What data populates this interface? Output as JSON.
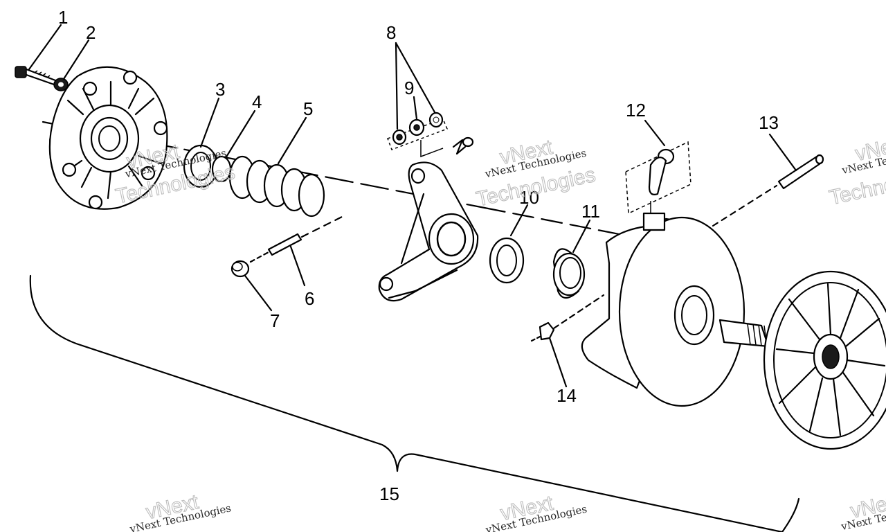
{
  "callouts": [
    {
      "id": "1",
      "label": "1"
    },
    {
      "id": "2",
      "label": "2"
    },
    {
      "id": "3",
      "label": "3"
    },
    {
      "id": "4",
      "label": "4"
    },
    {
      "id": "5",
      "label": "5"
    },
    {
      "id": "6",
      "label": "6"
    },
    {
      "id": "7",
      "label": "7"
    },
    {
      "id": "8",
      "label": "8"
    },
    {
      "id": "9",
      "label": "9"
    },
    {
      "id": "10",
      "label": "10"
    },
    {
      "id": "11",
      "label": "11"
    },
    {
      "id": "12",
      "label": "12"
    },
    {
      "id": "13",
      "label": "13"
    },
    {
      "id": "14",
      "label": "14"
    },
    {
      "id": "15",
      "label": "15"
    }
  ],
  "watermark": {
    "brand_small": "vNext Technologies",
    "brand_big_a": "vNext",
    "brand_big_b": "Technologies"
  },
  "colors": {
    "ink": "#000000",
    "paper": "#ffffff",
    "watermark": "#bdbdbd"
  }
}
